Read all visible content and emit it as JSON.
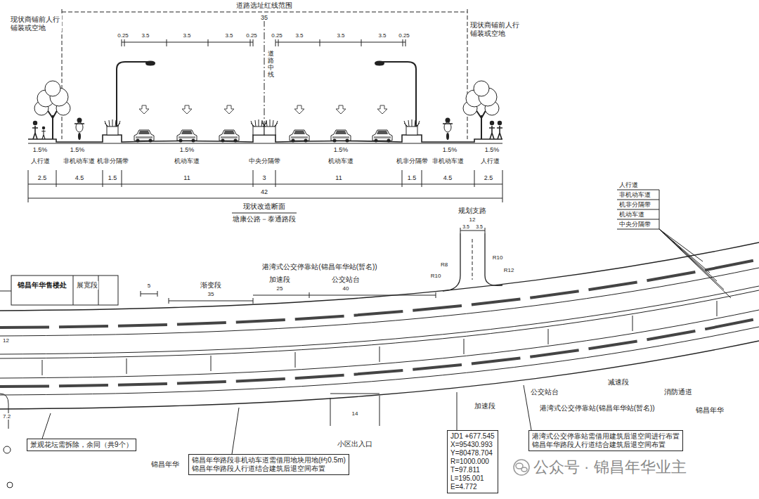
{
  "diagram": {
    "nodes": [
      {
        "text": [
          "锦昌年华售楼处"
        ]
      },
      {
        "text": [
          "景观花坛需拆除，余同（共9个）"
        ]
      },
      {
        "text": [
          "锦昌年华路段非机动车道需借用地块用地(约0.5m)",
          "锦昌年华路段人行道结合建筑后退空间布置"
        ]
      },
      {
        "text": [
          "港湾式公交停靠站需借用建筑后退空间进行布置",
          "锦昌年华路段人行道结合建筑后退空间布置"
        ]
      },
      {
        "text": [
          "JD1 +677.545",
          "X=95430.993",
          "Y=80478.704",
          "R=1000.000",
          "T=97.811",
          "L=195.001",
          "E=4.772"
        ]
      }
    ],
    "labels": [
      "道路选址红线范围",
      "35",
      "现状商铺前人行铺装或空地",
      "现状商铺前人行铺装或空地",
      "0.25",
      "3.5",
      "3.5",
      "3.5",
      "0.25",
      "0.25",
      "3.5",
      "3.5",
      "3.5",
      "0.25",
      "道路中线",
      "1.5%",
      "1.5%",
      "1.5%",
      "1.5%",
      "1.5%",
      "1.5%",
      "人行道",
      "非机动车道",
      "机非分隔带",
      "机动车道",
      "中央分隔带",
      "机动车道",
      "机非分隔带",
      "非机动车道",
      "人行道",
      "2.5",
      "4.5",
      "1.5",
      "11",
      "3",
      "11",
      "1.5",
      "4.5",
      "2.5",
      "42",
      "现状改造断面",
      "塘康公路－泰通路段",
      "人行道",
      "非机动车道",
      "机非分隔带",
      "机动车道",
      "中央分隔带",
      "规划支路",
      "12",
      "3.5",
      "3.5",
      "R8",
      "R10",
      "R10",
      "R12",
      "展宽段",
      "5",
      "渐变段",
      "35",
      "港湾式公交停靠站(锦昌年华站(暂名))",
      "加速段",
      "25",
      "公交站台",
      "40",
      "锦昌年华",
      "小区出入口",
      "14",
      "加速段",
      "公交站台",
      "港湾式公交停靠站(锦昌年华站(暂名))",
      "减速段",
      "消防通道",
      "锦昌年华",
      "公众号 · 锦昌年华业主",
      "12",
      "7.2"
    ]
  }
}
